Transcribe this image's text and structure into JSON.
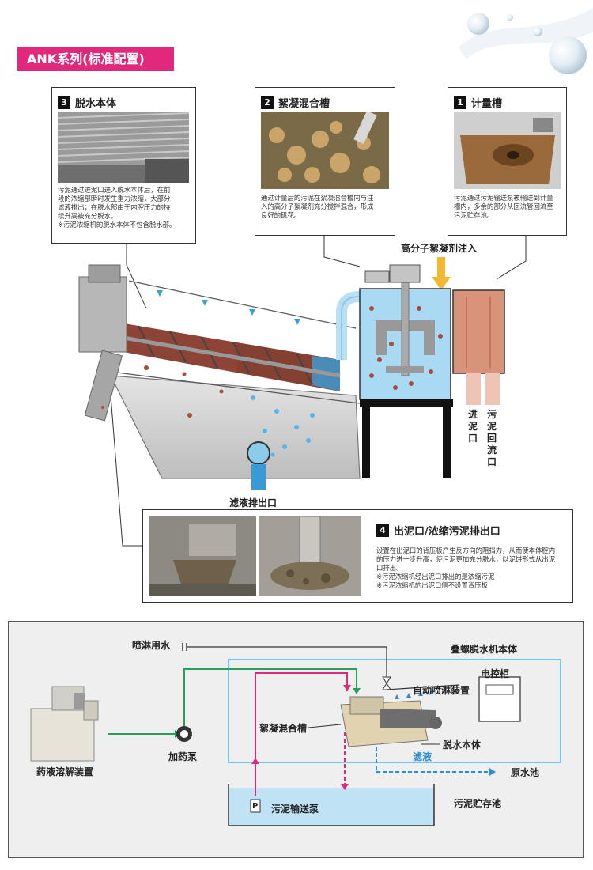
{
  "header": {
    "title": "ANK系列(标准配置)"
  },
  "callouts": [
    {
      "num": "3",
      "title": "脱水本体",
      "lines": [
        "污泥通过进泥口进入脱水本体后，在前",
        "段的浓缩部瞬时发生重力浓缩，大部分",
        "滤液排出；在脱水部由于内腔压力的持",
        "续升高被充分脱水。",
        "※污泥浓缩机的脱水本体不包含脱水部。"
      ]
    },
    {
      "num": "2",
      "title": "絮凝混合槽",
      "lines": [
        "通过计量后的污泥在絮凝混合槽内与注",
        "入的高分子絮凝剂充分搅拌混合，形成",
        "良好的矾花。"
      ]
    },
    {
      "num": "1",
      "title": "计量槽",
      "lines": [
        "污泥通过污泥输送泵被输送到计量",
        "槽内，多余的部分从回流管回流至",
        "污泥贮存池。"
      ]
    },
    {
      "num": "4",
      "title": "出泥口/浓缩污泥排出口",
      "lines": [
        "设置在出泥口的背压板产生反方向的阻挡力，从而使本体腔内",
        "的压力进一步升高，使污泥更加充分脱水，以泥饼形式从出泥",
        "口排出。",
        "※污泥浓缩机经出泥口排出的是浓缩污泥",
        "※污泥浓缩机的出泥口侧不设置背压板"
      ]
    }
  ],
  "machine": {
    "flocculant_inlet": "高分子絮凝剂注入",
    "sludge_inlet": "进泥口",
    "sludge_return": "污泥回流口",
    "filtrate_outlet": "滤液排出口"
  },
  "process": {
    "spray_water": "喷淋用水",
    "machine_body": "叠螺脱水机本体",
    "auto_spray": "自动喷淋装置",
    "control_cabinet": "电控柜",
    "floc_tank": "絮凝混合槽",
    "dewater_body": "脱水本体",
    "filtrate": "滤液",
    "raw_pool": "原水池",
    "chem_device": "药液溶解装置",
    "dosing_pump": "加药泵",
    "pump_symbol": "P",
    "sludge_pump": "污泥输送泵",
    "sludge_pool": "污泥贮存池"
  },
  "colors": {
    "accent": "#e0297d",
    "water": "#bfe2f5",
    "sludge": "#a5503f",
    "green_line": "#27a05a",
    "magenta_line": "#e0297d",
    "blue_line": "#2a8fd6"
  }
}
